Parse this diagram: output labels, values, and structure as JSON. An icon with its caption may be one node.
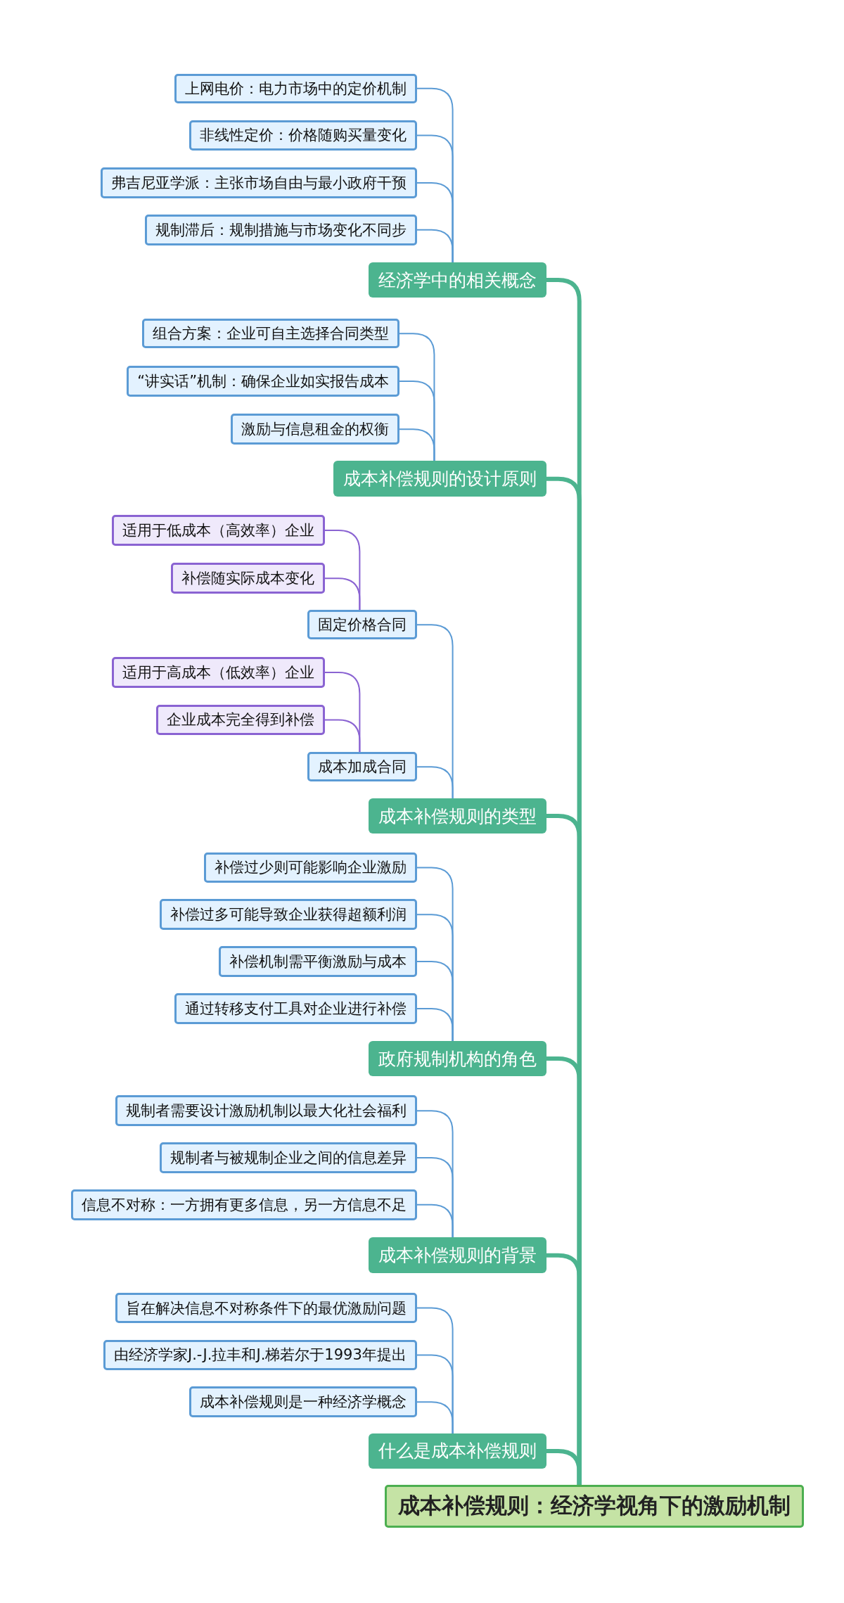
{
  "diagram": {
    "nodes": [
      {
        "text": [
          "上网电价：电力市场中的定价机制"
        ]
      },
      {
        "text": [
          "非线性定价：价格随购买量变化"
        ]
      },
      {
        "text": [
          "弗吉尼亚学派：主张市场自由与最小政府干预"
        ]
      },
      {
        "text": [
          "规制滞后：规制措施与市场变化不同步"
        ]
      },
      {
        "text": [
          "经济学中的相关概念"
        ]
      },
      {
        "text": [
          "组合方案：企业可自主选择合同类型"
        ]
      },
      {
        "text": [
          "“讲实话”机制：确保企业如实报告成本"
        ]
      },
      {
        "text": [
          "激励与信息租金的权衡"
        ]
      },
      {
        "text": [
          "成本补偿规则的设计原则"
        ]
      },
      {
        "text": [
          "适用于低成本（高效率）企业"
        ]
      },
      {
        "text": [
          "补偿随实际成本变化"
        ]
      },
      {
        "text": [
          "固定价格合同"
        ]
      },
      {
        "text": [
          "适用于高成本（低效率）企业"
        ]
      },
      {
        "text": [
          "企业成本完全得到补偿"
        ]
      },
      {
        "text": [
          "成本加成合同"
        ]
      },
      {
        "text": [
          "成本补偿规则的类型"
        ]
      },
      {
        "text": [
          "补偿过少则可能影响企业激励"
        ]
      },
      {
        "text": [
          "补偿过多可能导致企业获得超额利润"
        ]
      },
      {
        "text": [
          "补偿机制需平衡激励与成本"
        ]
      },
      {
        "text": [
          "通过转移支付工具对企业进行补偿"
        ]
      },
      {
        "text": [
          "政府规制机构的角色"
        ]
      },
      {
        "text": [
          "规制者需要设计激励机制以最大化社会福利"
        ]
      },
      {
        "text": [
          "规制者与被规制企业之间的信息差异"
        ]
      },
      {
        "text": [
          "信息不对称：一方拥有更多信息，另一方信息不足"
        ]
      },
      {
        "text": [
          "成本补偿规则的背景"
        ]
      },
      {
        "text": [
          "旨在解决信息不对称条件下的最优激励问题"
        ]
      },
      {
        "text": [
          "由经济学家J.-J.拉丰和J.梯若尔于1993年提出"
        ]
      },
      {
        "text": [
          "成本补偿规则是一种经济学概念"
        ]
      },
      {
        "text": [
          "什么是成本补偿规则"
        ]
      },
      {
        "text": [
          "成本补偿规则：经济学视角下的激励机制"
        ]
      }
    ],
    "edges": [
      {
        "from": 29,
        "to": 4,
        "arrow": "none",
        "style": "thick",
        "color": "#4cb48f"
      },
      {
        "from": 29,
        "to": 8,
        "arrow": "none",
        "style": "thick",
        "color": "#4cb48f"
      },
      {
        "from": 29,
        "to": 15,
        "arrow": "none",
        "style": "thick",
        "color": "#4cb48f"
      },
      {
        "from": 29,
        "to": 20,
        "arrow": "none",
        "style": "thick",
        "color": "#4cb48f"
      },
      {
        "from": 29,
        "to": 24,
        "arrow": "none",
        "style": "thick",
        "color": "#4cb48f"
      },
      {
        "from": 29,
        "to": 28,
        "arrow": "none",
        "style": "thick",
        "color": "#4cb48f"
      },
      {
        "from": 4,
        "to": 0,
        "arrow": "none"
      },
      {
        "from": 4,
        "to": 1,
        "arrow": "none"
      },
      {
        "from": 4,
        "to": 2,
        "arrow": "none"
      },
      {
        "from": 4,
        "to": 3,
        "arrow": "none"
      },
      {
        "from": 8,
        "to": 5,
        "arrow": "none"
      },
      {
        "from": 8,
        "to": 6,
        "arrow": "none"
      },
      {
        "from": 8,
        "to": 7,
        "arrow": "none"
      },
      {
        "from": 15,
        "to": 11,
        "arrow": "none"
      },
      {
        "from": 15,
        "to": 14,
        "arrow": "none"
      },
      {
        "from": 11,
        "to": 9,
        "arrow": "none",
        "color": "#8a63d2"
      },
      {
        "from": 11,
        "to": 10,
        "arrow": "none",
        "color": "#8a63d2"
      },
      {
        "from": 14,
        "to": 12,
        "arrow": "none",
        "color": "#8a63d2"
      },
      {
        "from": 14,
        "to": 13,
        "arrow": "none",
        "color": "#8a63d2"
      },
      {
        "from": 20,
        "to": 16,
        "arrow": "none"
      },
      {
        "from": 20,
        "to": 17,
        "arrow": "none"
      },
      {
        "from": 20,
        "to": 18,
        "arrow": "none"
      },
      {
        "from": 20,
        "to": 19,
        "arrow": "none"
      },
      {
        "from": 24,
        "to": 21,
        "arrow": "none"
      },
      {
        "from": 24,
        "to": 22,
        "arrow": "none"
      },
      {
        "from": 24,
        "to": 23,
        "arrow": "none"
      },
      {
        "from": 28,
        "to": 25,
        "arrow": "none"
      },
      {
        "from": 28,
        "to": 26,
        "arrow": "none"
      },
      {
        "from": 28,
        "to": 27,
        "arrow": "none"
      }
    ]
  }
}
